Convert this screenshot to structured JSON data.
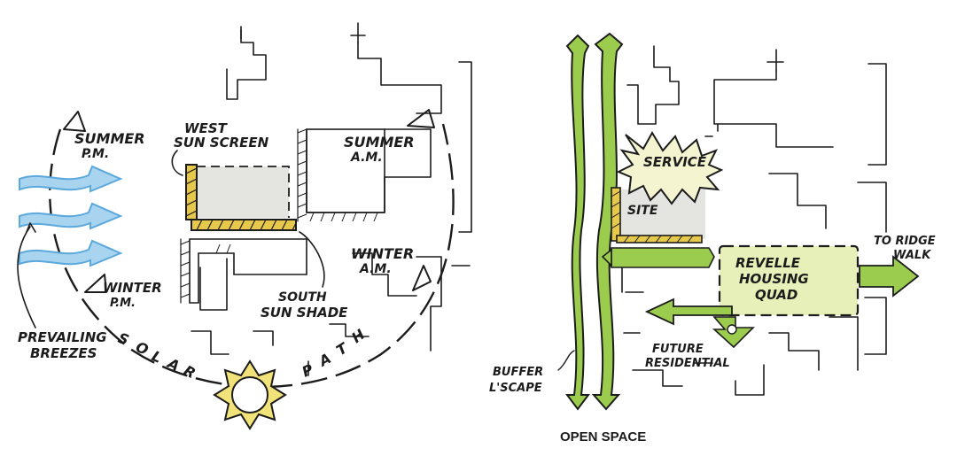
{
  "colors": {
    "ink": "#1c1c1c",
    "green": "#9ccc4e",
    "light_green": "#e6f0b8",
    "yellow": "#e6c84a",
    "sun_yellow": "#f2e27a",
    "breeze_blue": "#5aa8dc",
    "gray_fill": "#e4e4e0"
  },
  "left": {
    "summer_pm": "SUMMER",
    "summer_pm_2": "P.M.",
    "west_sunscreen": "WEST",
    "west_sunscreen_2": "SUN SCREEN",
    "summer_am": "SUMMER",
    "summer_am_2": "A.M.",
    "winter_am": "WINTER",
    "winter_am_2": "A.M.",
    "winter_pm": "WINTER",
    "winter_pm_2": "P.M.",
    "south_sunshade": "SOUTH",
    "south_sunshade_2": "SUN SHADE",
    "prevailing": "PREVAILING",
    "breezes": "BREEZES",
    "solar_s": "S",
    "solar_o": "O",
    "solar_l": "L",
    "solar_a": "A",
    "solar_r": "R",
    "path_p": "P",
    "path_a": "A",
    "path_t": "T",
    "path_h": "H",
    "sun_icon": "sun-icon",
    "breeze_icon": "wind-arrow-icon"
  },
  "right": {
    "service": "SERVICE",
    "site": "SITE",
    "revelle_1": "REVELLE",
    "revelle_2": "HOUSING",
    "revelle_3": "QUAD",
    "to_ridge_1": "TO RIDGE",
    "to_ridge_2": "WALK",
    "future_1": "FUTURE",
    "future_2": "RESIDENTIAL",
    "buffer_1": "BUFFER",
    "buffer_2": "L'SCAPE",
    "caption": "OPEN SPACE"
  }
}
